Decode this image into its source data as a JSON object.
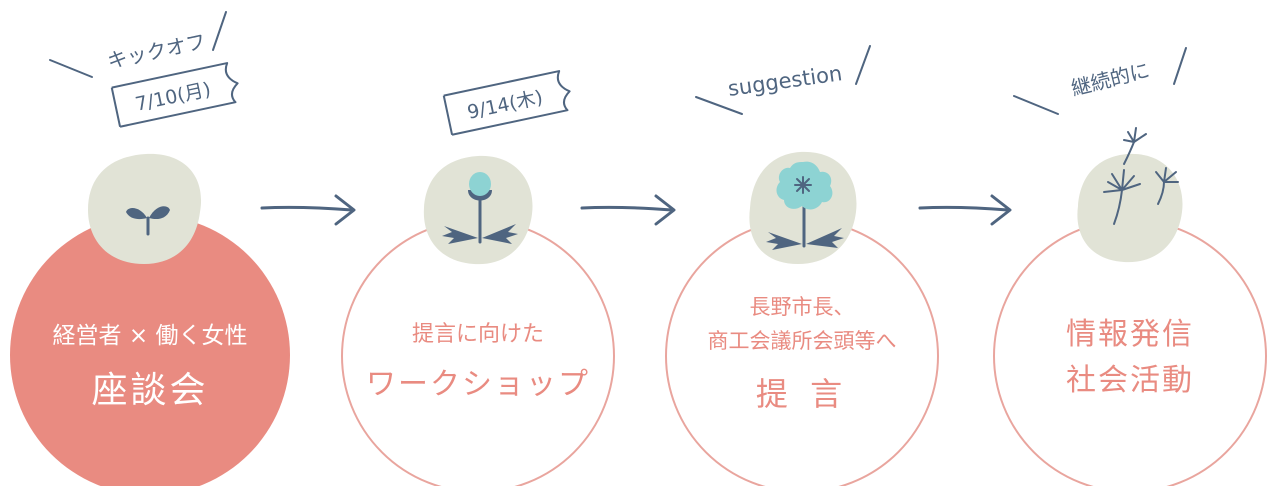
{
  "colors": {
    "coral": "#E98B81",
    "outline": "#E9A59E",
    "slate": "#4F6580",
    "blob": "#E1E3D6",
    "teal": "#8DD3D3",
    "white": "#FFFFFF"
  },
  "steps": [
    {
      "callout": "キックオフ",
      "date_flag": "7/10(月)",
      "icon": "sprout-icon",
      "lines": [
        "経営者 × 働く女性"
      ],
      "emphasis": "座談会",
      "filled": true
    },
    {
      "callout": "",
      "date_flag": "9/14(木)",
      "icon": "bud-icon",
      "lines": [
        "提言に向けた"
      ],
      "emphasis": "ワークショップ",
      "filled": false
    },
    {
      "callout": "suggestion",
      "date_flag": "",
      "icon": "flower-icon",
      "lines": [
        "長野市長、",
        "商工会議所会頭等へ"
      ],
      "emphasis": "提 言",
      "filled": false
    },
    {
      "callout": "継続的に",
      "date_flag": "",
      "icon": "dandelion-seed-icon",
      "lines": [
        "情報発信",
        "社会活動"
      ],
      "emphasis": "",
      "filled": false
    }
  ]
}
